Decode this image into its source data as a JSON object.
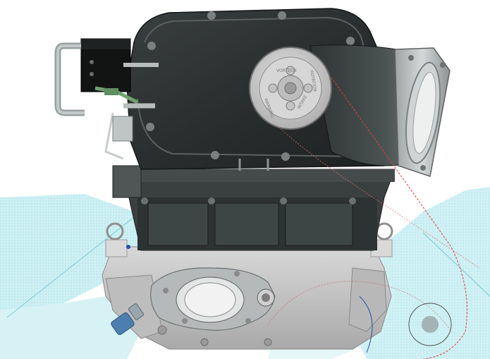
{
  "viewport": {
    "title": "",
    "pulley": {
      "text_top": "VORTECH",
      "text_right": "ROTATION",
      "text_left": "WARNING",
      "text_bottom": "INTAKE"
    }
  },
  "colors": {
    "background": "#ffffff",
    "housing_dark": "#2b2e2e",
    "housing_mid": "#4a4f4f",
    "casting_light": "#c9c9c9",
    "cad_cyan": "#bfe9ee",
    "belt_red": "#e04040",
    "fitting_blue": "#4a7fb0"
  },
  "icons": [
    "supercharger-model",
    "pulley",
    "throttle-body-flange",
    "fuel-line-fitting",
    "cad-line-overlay"
  ]
}
